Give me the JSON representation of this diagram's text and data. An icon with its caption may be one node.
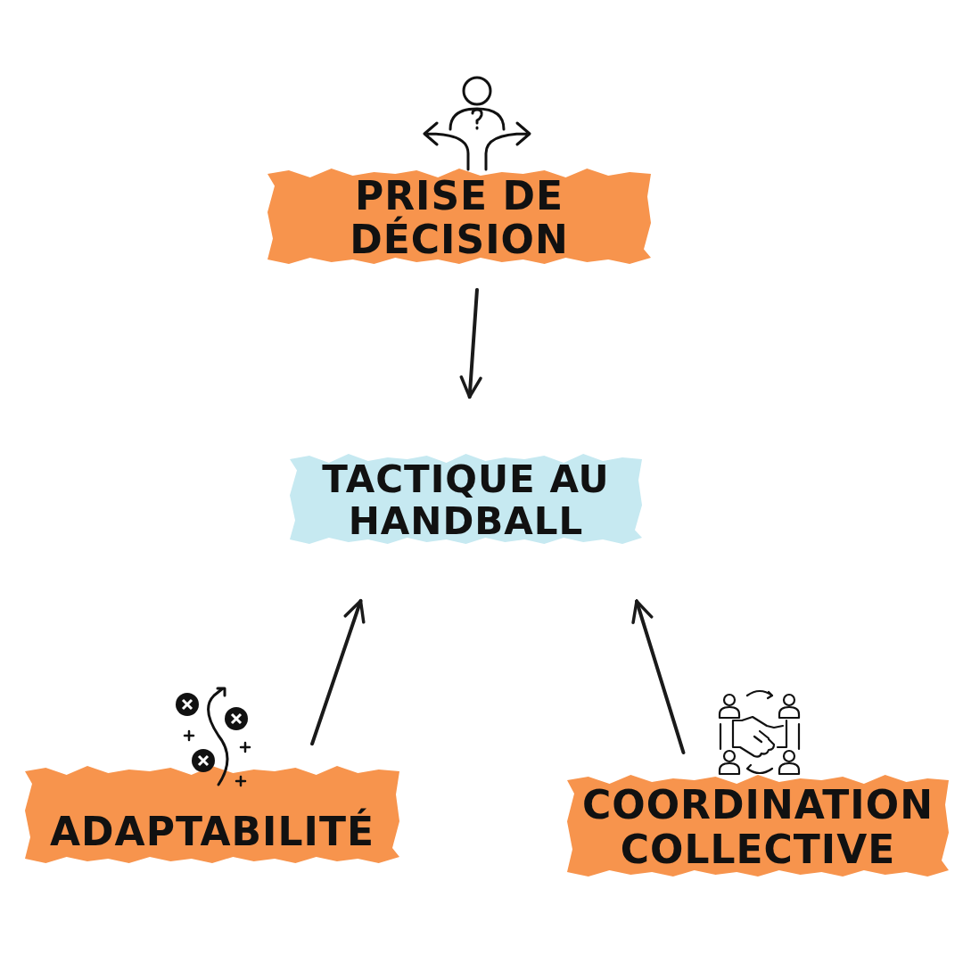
{
  "diagram": {
    "nodes": [
      {
        "text": [
          "PRISE DE DÉCISION"
        ]
      },
      {
        "text": [
          "TACTIQUE AU HANDBALL"
        ]
      },
      {
        "text": [
          "ADAPTABILITÉ"
        ]
      },
      {
        "text": [
          "COORDINATION COLLECTIVE"
        ]
      }
    ],
    "edges": [
      {
        "from": 0,
        "to": 1,
        "arrow": "to"
      },
      {
        "from": 2,
        "to": 1,
        "arrow": "to"
      },
      {
        "from": 3,
        "to": 1,
        "arrow": "to"
      }
    ]
  }
}
